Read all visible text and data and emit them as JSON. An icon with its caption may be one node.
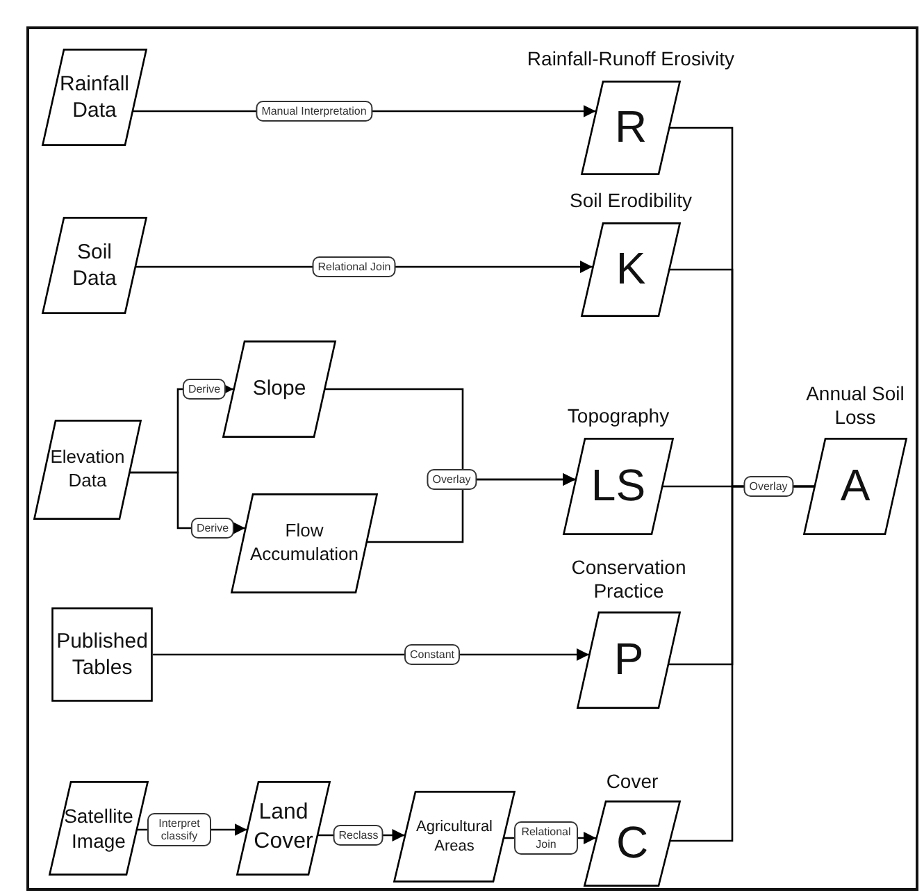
{
  "diagram": {
    "nodes": [
      {
        "text": [
          "Rainfall Data"
        ]
      },
      {
        "text": [
          "Rainfall-Runoff Erosivity",
          "R"
        ]
      },
      {
        "text": [
          "Soil Data"
        ]
      },
      {
        "text": [
          "Soil Erodibility",
          "K"
        ]
      },
      {
        "text": [
          "Elevation Data"
        ]
      },
      {
        "text": [
          "Slope"
        ]
      },
      {
        "text": [
          "Flow Accumulation"
        ]
      },
      {
        "text": [
          "Topography",
          "LS"
        ]
      },
      {
        "text": [
          "Published Tables"
        ]
      },
      {
        "text": [
          "Conservation Practice",
          "P"
        ]
      },
      {
        "text": [
          "Satellite Image"
        ]
      },
      {
        "text": [
          "Land Cover"
        ]
      },
      {
        "text": [
          "Agricultural Areas"
        ]
      },
      {
        "text": [
          "Cover",
          "C"
        ]
      },
      {
        "text": [
          "Annual Soil Loss",
          "A"
        ]
      }
    ],
    "edges": [
      {
        "from": 0,
        "to": 1,
        "arrow": "to",
        "label": "Manual Interpretation"
      },
      {
        "from": 2,
        "to": 3,
        "arrow": "to",
        "label": "Relational Join"
      },
      {
        "from": 4,
        "to": 5,
        "arrow": "to",
        "label": "Derive"
      },
      {
        "from": 4,
        "to": 6,
        "arrow": "to",
        "label": "Derive"
      },
      {
        "from": 5,
        "to": 7,
        "arrow": "to",
        "label": "Overlay"
      },
      {
        "from": 6,
        "to": 7,
        "arrow": "to"
      },
      {
        "from": 1,
        "to": 14,
        "arrow": "none"
      },
      {
        "from": 3,
        "to": 14,
        "arrow": "none"
      },
      {
        "from": 7,
        "to": 14,
        "arrow": "none",
        "label": "Overlay"
      },
      {
        "from": 9,
        "to": 14,
        "arrow": "none"
      },
      {
        "from": 13,
        "to": 14,
        "arrow": "none"
      },
      {
        "from": 8,
        "to": 9,
        "arrow": "to",
        "label": "Constant"
      },
      {
        "from": 10,
        "to": 11,
        "arrow": "to",
        "label": "Interpret classify"
      },
      {
        "from": 11,
        "to": 12,
        "arrow": "to",
        "label": "Reclass"
      },
      {
        "from": 12,
        "to": 13,
        "arrow": "to",
        "label": "Relational Join"
      }
    ]
  }
}
